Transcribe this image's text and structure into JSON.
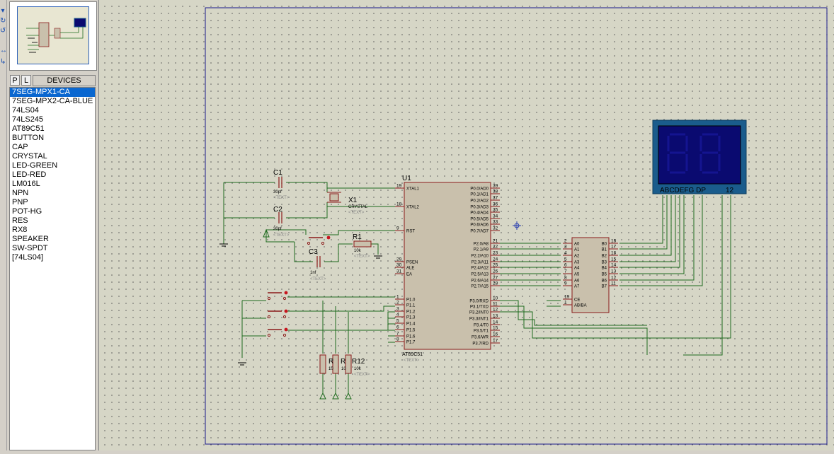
{
  "panel": {
    "tab_p": "P",
    "tab_l": "L",
    "title": "DEVICES",
    "items": [
      "7SEG-MPX1-CA",
      "7SEG-MPX2-CA-BLUE",
      "74LS04",
      "74LS245",
      "AT89C51",
      "BUTTON",
      "CAP",
      "CRYSTAL",
      "LED-GREEN",
      "LED-RED",
      "LM016L",
      "NPN",
      "PNP",
      "POT-HG",
      "RES",
      "RX8",
      "SPEAKER",
      "SW-SPDT",
      "[74LS04]"
    ],
    "selected_index": 0
  },
  "schematic": {
    "c1": {
      "ref": "C1",
      "val": "30pf",
      "text": "<TEXT>"
    },
    "c2": {
      "ref": "C2",
      "val": "30pf",
      "text": "<TEXT>"
    },
    "c3": {
      "ref": "C3",
      "val": "1nf",
      "text": "<TEXT>"
    },
    "x1": {
      "ref": "X1",
      "val": "CRYSTAL",
      "text": "<TEXT>"
    },
    "r1": {
      "ref": "R1",
      "val": "10k",
      "text": "<TEXT>"
    },
    "r12": {
      "ref": "R12",
      "ref_b": "R",
      "ref_c": "R",
      "val": "10k",
      "val_b": "10",
      "val_c": "10",
      "text": "<TEXT>"
    },
    "u1": {
      "ref": "U1",
      "part": "AT89C51",
      "text": "<TEXT>",
      "left_pins": [
        {
          "num": "19",
          "name": "XTAL1"
        },
        {
          "num": "18",
          "name": "XTAL2"
        },
        {
          "num": "9",
          "name": "RST"
        },
        {
          "num": "29",
          "name": "PSEN"
        },
        {
          "num": "30",
          "name": "ALE"
        },
        {
          "num": "31",
          "name": "EA"
        },
        {
          "num": "1",
          "name": "P1.0"
        },
        {
          "num": "2",
          "name": "P1.1"
        },
        {
          "num": "3",
          "name": "P1.2"
        },
        {
          "num": "4",
          "name": "P1.3"
        },
        {
          "num": "5",
          "name": "P1.4"
        },
        {
          "num": "6",
          "name": "P1.5"
        },
        {
          "num": "7",
          "name": "P1.6"
        },
        {
          "num": "8",
          "name": "P1.7"
        }
      ],
      "right_pins": [
        {
          "num": "39",
          "name": "P0.0/AD0"
        },
        {
          "num": "38",
          "name": "P0.1/AD1"
        },
        {
          "num": "37",
          "name": "P0.2/AD2"
        },
        {
          "num": "36",
          "name": "P0.3/AD3"
        },
        {
          "num": "35",
          "name": "P0.4/AD4"
        },
        {
          "num": "34",
          "name": "P0.5/AD5"
        },
        {
          "num": "33",
          "name": "P0.6/AD6"
        },
        {
          "num": "32",
          "name": "P0.7/AD7"
        },
        {
          "num": "21",
          "name": "P2.0/A8"
        },
        {
          "num": "22",
          "name": "P2.1/A9"
        },
        {
          "num": "23",
          "name": "P2.2/A10"
        },
        {
          "num": "24",
          "name": "P2.3/A11"
        },
        {
          "num": "25",
          "name": "P2.4/A12"
        },
        {
          "num": "26",
          "name": "P2.5/A13"
        },
        {
          "num": "27",
          "name": "P2.6/A14"
        },
        {
          "num": "28",
          "name": "P2.7/A15"
        },
        {
          "num": "10",
          "name": "P3.0/RXD"
        },
        {
          "num": "11",
          "name": "P3.1/TXD"
        },
        {
          "num": "12",
          "name": "P3.2/INT0"
        },
        {
          "num": "13",
          "name": "P3.3/INT1"
        },
        {
          "num": "14",
          "name": "P3.4/T0"
        },
        {
          "num": "15",
          "name": "P3.5/T1"
        },
        {
          "num": "16",
          "name": "P3.6/WR"
        },
        {
          "num": "17",
          "name": "P3.7/RD"
        }
      ]
    },
    "bus": {
      "left_pins": [
        {
          "num": "2",
          "name": "A0"
        },
        {
          "num": "3",
          "name": "A1"
        },
        {
          "num": "4",
          "name": "A2"
        },
        {
          "num": "5",
          "name": "A3"
        },
        {
          "num": "6",
          "name": "A4"
        },
        {
          "num": "7",
          "name": "A5"
        },
        {
          "num": "8",
          "name": "A6"
        },
        {
          "num": "9",
          "name": "A7"
        },
        {
          "num": "19",
          "name": "CE"
        },
        {
          "num": "1",
          "name": "AB/BA"
        }
      ],
      "right_pins": [
        {
          "num": "18",
          "name": "B0"
        },
        {
          "num": "17",
          "name": "B1"
        },
        {
          "num": "16",
          "name": "B2"
        },
        {
          "num": "15",
          "name": "B3"
        },
        {
          "num": "14",
          "name": "B4"
        },
        {
          "num": "13",
          "name": "B5"
        },
        {
          "num": "12",
          "name": "B6"
        },
        {
          "num": "11",
          "name": "B7"
        }
      ]
    },
    "display": {
      "segments_label": "ABCDEFG DP",
      "digits_label": "12"
    }
  },
  "colors": {
    "wire": "#1f6b1f",
    "part_fill": "#c9c0ac",
    "part_border": "#8b1a1a",
    "pin": "#8b1a1a",
    "text": "#000000",
    "sheet_border": "#1a1a8c",
    "display_frame": "#1a5c8c",
    "display_bg": "#0a0a70"
  }
}
